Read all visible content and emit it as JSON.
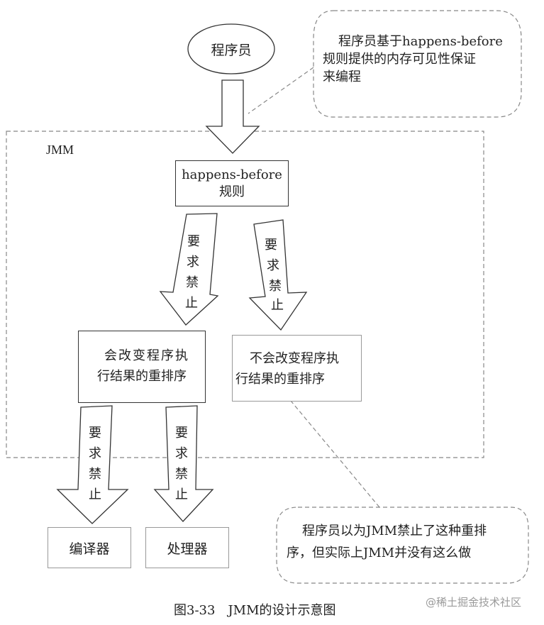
{
  "programmer": "程序员",
  "callout_top": [
    "程序员基于happens-before",
    "规则提供的内存可见性保证",
    "来编程"
  ],
  "jmm_label": "JMM",
  "hb_rule": [
    "happens-before",
    "规则"
  ],
  "arrow_label": [
    "要",
    "求",
    "禁",
    "止"
  ],
  "box_change": [
    "会改变程序执",
    "行结果的重排序"
  ],
  "box_nochange": [
    "不会改变程序执",
    "行结果的重排序"
  ],
  "compiler": "编译器",
  "processor": "处理器",
  "callout_bottom": [
    "程序员以为JMM禁止了这种重排",
    "序，但实际上JMM并没有这么做"
  ],
  "caption": "图3-33　JMM的设计示意图",
  "watermark": "@稀土掘金技术社区"
}
